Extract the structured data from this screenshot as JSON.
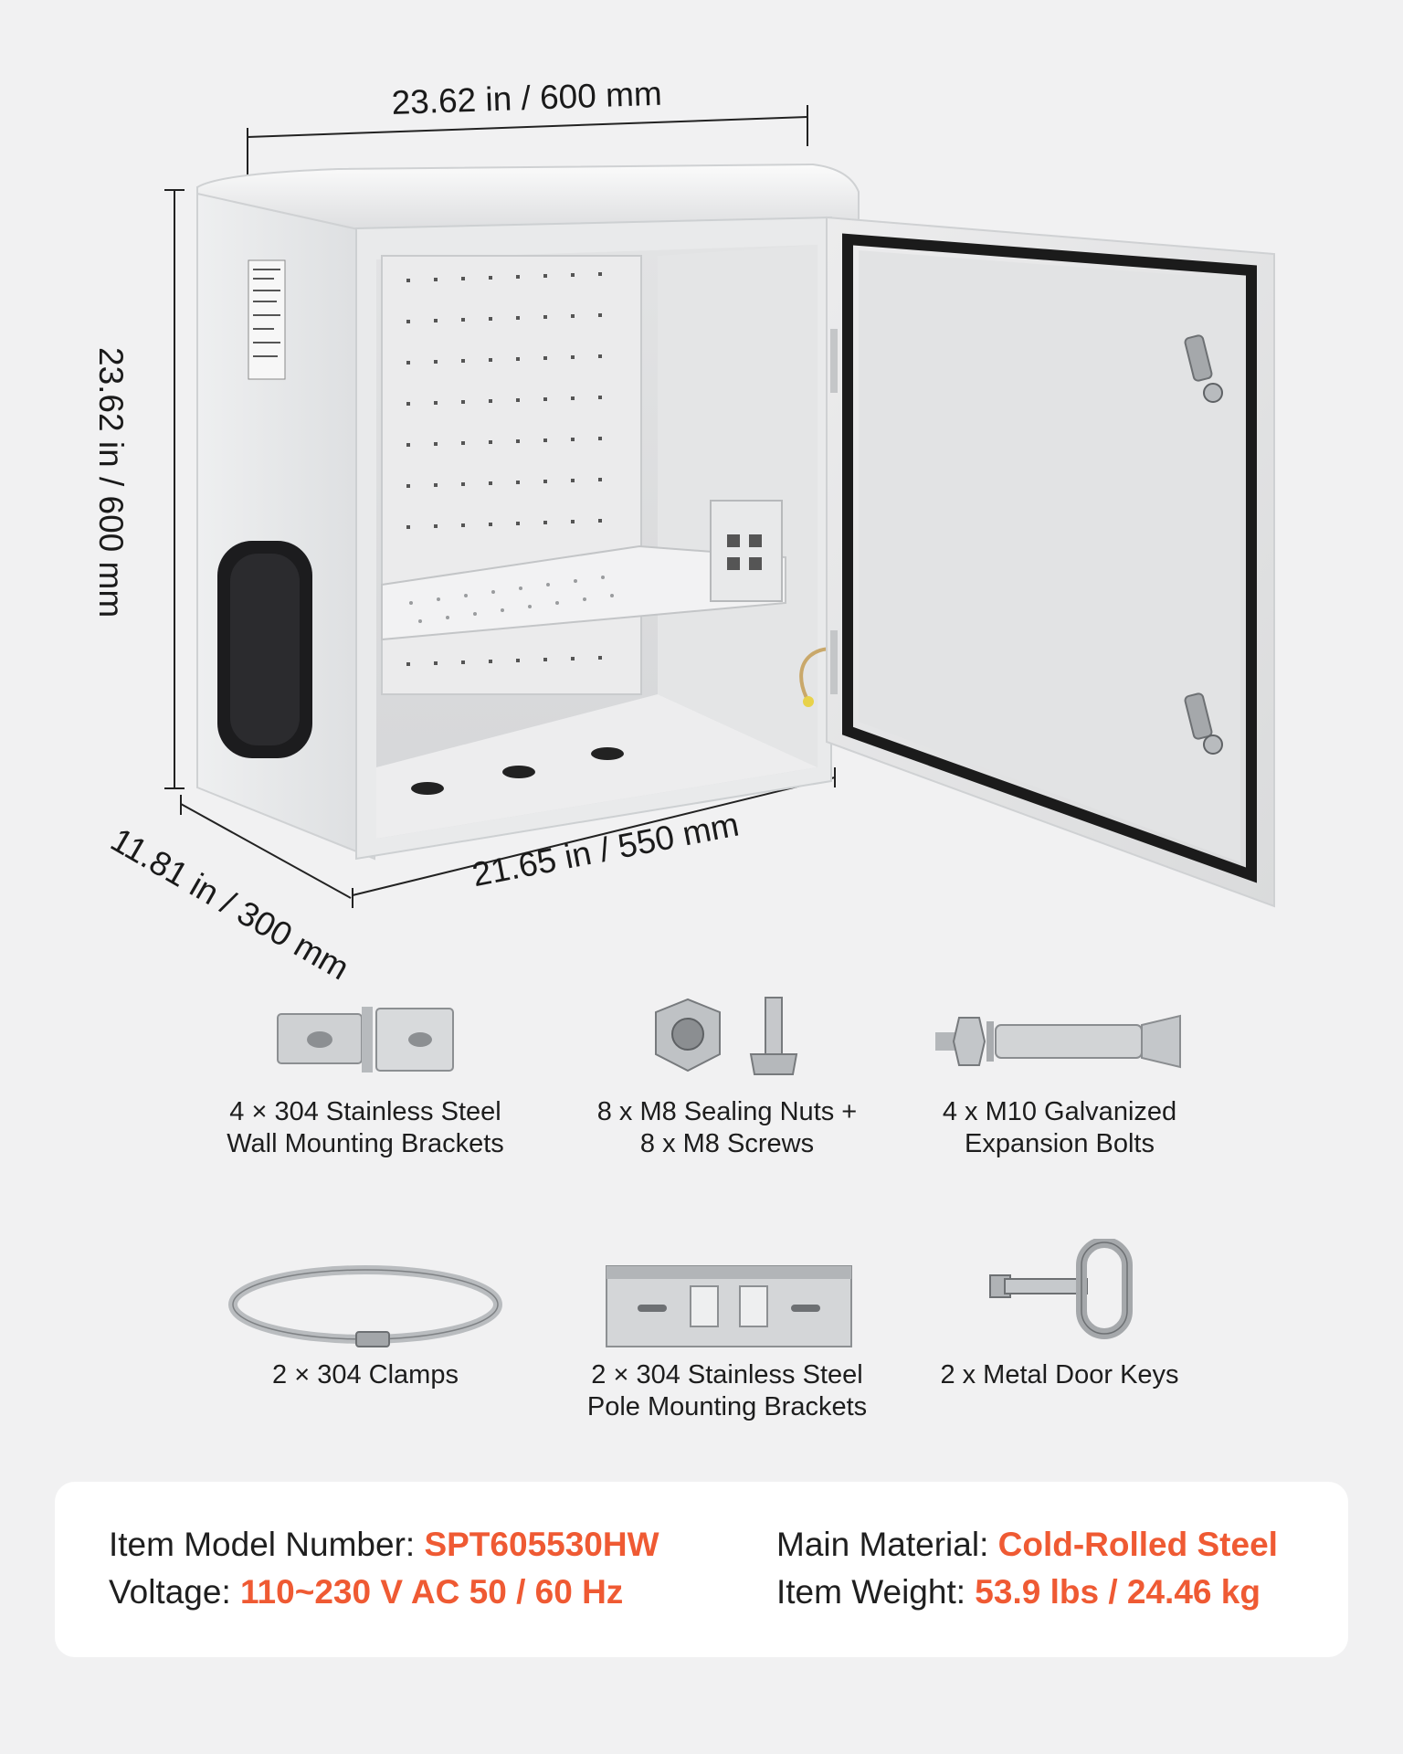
{
  "dimensions": {
    "top_width": "23.62 in / 600 mm",
    "height": "23.62 in / 600 mm",
    "depth": "11.81 in / 300 mm",
    "inner_width": "21.65 in / 550 mm"
  },
  "accessories": [
    {
      "label": "4 × 304 Stainless Steel\nWall Mounting Brackets",
      "icon": "wall-bracket-icon"
    },
    {
      "label": "8 x M8 Sealing Nuts +\n8 x M8 Screws",
      "icon": "nut-screw-icon"
    },
    {
      "label": "4 x M10 Galvanized\nExpansion Bolts",
      "icon": "expansion-bolt-icon"
    },
    {
      "label": "2 × 304 Clamps",
      "icon": "clamp-icon"
    },
    {
      "label": "2 × 304 Stainless Steel\nPole Mounting Brackets",
      "icon": "pole-bracket-icon"
    },
    {
      "label": "2 x Metal Door Keys",
      "icon": "key-icon"
    }
  ],
  "specs": [
    {
      "label": "Item Model Number: ",
      "value": "SPT605530HW"
    },
    {
      "label": "Voltage: ",
      "value": "110~230 V AC 50 / 60 Hz"
    },
    {
      "label": "Main Material: ",
      "value": "Cold-Rolled Steel"
    },
    {
      "label": "Item Weight: ",
      "value": "53.9 lbs / 24.46 kg"
    }
  ],
  "colors": {
    "background": "#f1f1f2",
    "accent": "#ef5a33",
    "card": "#ffffff",
    "steel": "#c9cbcd",
    "enclosure": "#e6e7e8"
  }
}
